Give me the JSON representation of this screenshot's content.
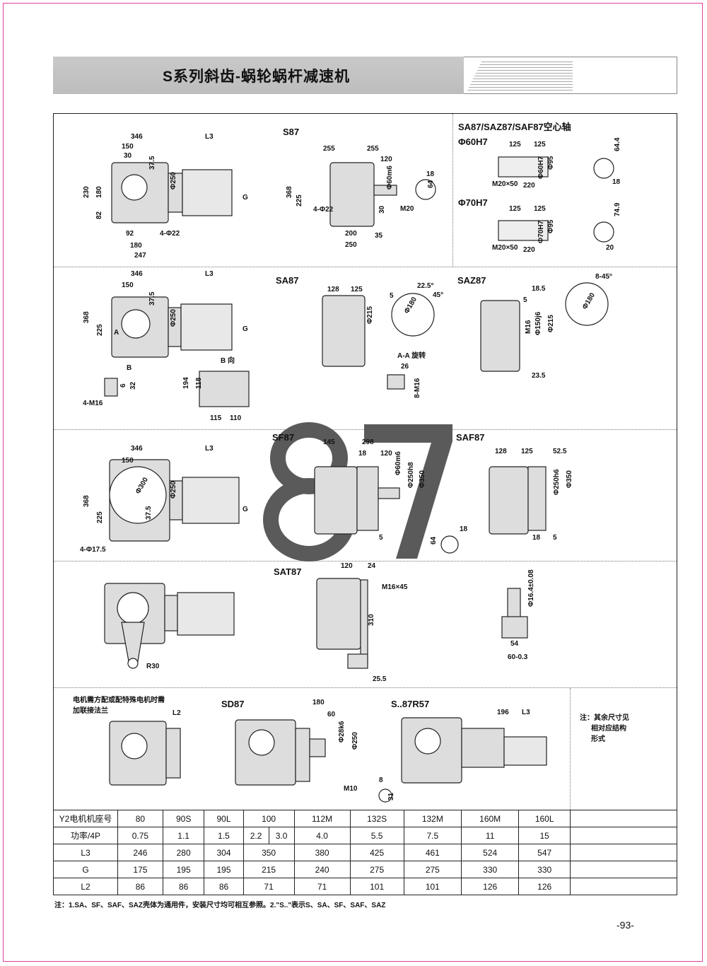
{
  "header": {
    "title": "S系列斜齿-蜗轮蜗杆减速机"
  },
  "sections": {
    "s87": {
      "title": "S87",
      "dims": [
        "346",
        "L3",
        "150",
        "30",
        "37.5",
        "Φ250",
        "230",
        "180",
        "82",
        "G",
        "92",
        "4-Φ22",
        "180",
        "247",
        "255",
        "255",
        "120",
        "Φ60m6",
        "18",
        "64",
        "368",
        "225",
        "4-Φ22",
        "M20",
        "30",
        "200",
        "35",
        "250"
      ]
    },
    "hollow": {
      "title": "SA87/SAZ87/SAF87空心轴",
      "sub1": "Φ60H7",
      "sub2": "Φ70H7",
      "dims": [
        "125",
        "125",
        "Φ95",
        "64.4",
        "M20×50",
        "220",
        "Φ60H7",
        "18",
        "125",
        "125",
        "74.9",
        "Φ95",
        "Φ70H7",
        "M20×50",
        "220",
        "20"
      ]
    },
    "sa87": {
      "title": "SA87",
      "dims": [
        "346",
        "L3",
        "150",
        "37.5",
        "Φ250",
        "368",
        "225",
        "A",
        "B",
        "G",
        "128",
        "125",
        "5",
        "Φ215",
        "22.5°",
        "45°",
        "Φ180",
        "A-A 旋转",
        "26",
        "8-M16",
        "B 向",
        "194",
        "118",
        "115",
        "110",
        "4-M16",
        "6",
        "32"
      ]
    },
    "saz87": {
      "title": "SAZ87",
      "dims": [
        "18.5",
        "5",
        "8-45°",
        "Φ180",
        "M16",
        "Φ150j6",
        "Φ215",
        "23.5"
      ]
    },
    "sf87": {
      "title": "SF87",
      "big_label": "87",
      "dims": [
        "346",
        "L3",
        "150",
        "Φ300",
        "37.5",
        "Φ250",
        "368",
        "225",
        "G",
        "4-Φ17.5",
        "145",
        "298",
        "18",
        "120",
        "Φ60m6",
        "Φ250h8",
        "Φ350",
        "5",
        "18",
        "64"
      ]
    },
    "saf87": {
      "title": "SAF87",
      "dims": [
        "128",
        "125",
        "52.5",
        "Φ250h6",
        "Φ350",
        "18",
        "5"
      ]
    },
    "sat87": {
      "title": "SAT87",
      "dims": [
        "120",
        "24",
        "M16×45",
        "310",
        "25.5",
        "R30",
        "Φ16.4±0.08",
        "54",
        "60-0.3"
      ]
    },
    "flange": {
      "note1": "电机需方配或配特殊电机时需",
      "note2": "加联接法兰",
      "dims": [
        "L2"
      ]
    },
    "sd87": {
      "title": "SD87",
      "dims": [
        "180",
        "60",
        "Φ28k6",
        "Φ250",
        "M10",
        "8",
        "31"
      ]
    },
    "s87r57": {
      "title": "S..87R57",
      "dims": [
        "196",
        "L3"
      ]
    },
    "side_note": {
      "line1": "注：其余尺寸见",
      "line2": "相对应结构",
      "line3": "形式"
    }
  },
  "table": {
    "rows": [
      {
        "label": "Y2电机机座号",
        "cells": [
          "80",
          "90S",
          "90L",
          "100",
          "112M",
          "132S",
          "132M",
          "160M",
          "160L"
        ]
      },
      {
        "label": "功率/4P",
        "cells": [
          "0.75",
          "1.1",
          "1.5",
          "2.2",
          "3.0",
          "4.0",
          "5.5",
          "7.5",
          "11",
          "15"
        ]
      },
      {
        "label": "L3",
        "cells": [
          "246",
          "280",
          "304",
          "350",
          "380",
          "425",
          "461",
          "524",
          "547"
        ]
      },
      {
        "label": "G",
        "cells": [
          "175",
          "195",
          "195",
          "215",
          "240",
          "275",
          "275",
          "330",
          "330"
        ]
      },
      {
        "label": "L2",
        "cells": [
          "86",
          "86",
          "86",
          "71",
          "71",
          "101",
          "101",
          "126",
          "126"
        ]
      }
    ]
  },
  "footer": {
    "note": "注：1.SA、SF、SAF、SAZ壳体为通用件，安装尺寸均可相互参照。2.\"S..\"表示S、SA、SF、SAF、SAZ",
    "page": "-93-"
  }
}
